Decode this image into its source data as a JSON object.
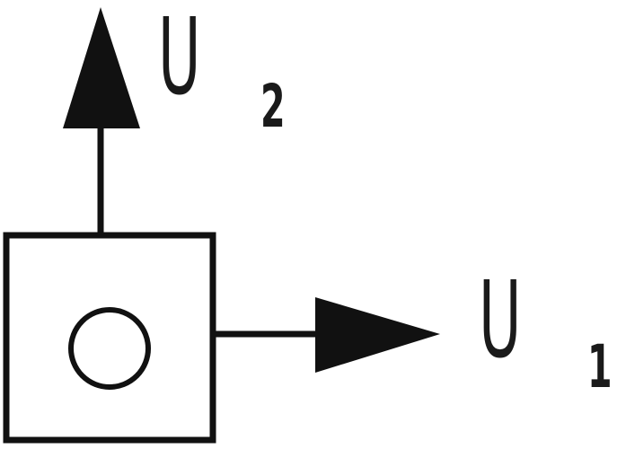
{
  "diagram": {
    "labels": {
      "u2_symbol": "U",
      "u2_subscript": "2",
      "u1_symbol": "U",
      "u1_subscript": "1"
    },
    "colors": {
      "stroke": "#111111",
      "fill": "#111111",
      "background": "#ffffff"
    }
  }
}
